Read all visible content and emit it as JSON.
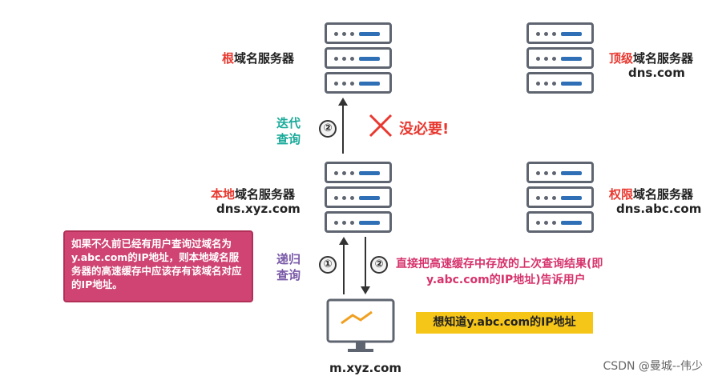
{
  "root_server": {
    "label_highlight": "根",
    "label_rest": "域名服务器"
  },
  "tld_server": {
    "label_highlight": "顶级",
    "label_rest": "域名服务器",
    "domain": "dns.com"
  },
  "local_server": {
    "label_highlight": "本地",
    "label_rest": "域名服务器",
    "domain": "dns.xyz.com"
  },
  "auth_server": {
    "label_highlight": "权限",
    "label_rest": "域名服务器",
    "domain": "dns.abc.com"
  },
  "iterative_query": {
    "line1": "迭代",
    "line2": "查询",
    "step": "②"
  },
  "not_needed": {
    "text": "没必要!"
  },
  "recursive_query": {
    "line1": "递归",
    "line2": "查询",
    "step1": "①",
    "step2": "②"
  },
  "callout": {
    "text": "如果不久前已经有用户查询过域名为y.abc.com的IP地址，则本地域名服务器的高速缓存中应该存有该域名对应的IP地址。"
  },
  "response_note": {
    "line1": "直接把高速缓存中存放的上次查询结果(即",
    "line2": "y.abc.com的IP地址)告诉用户"
  },
  "host": {
    "name": "m.xyz.com",
    "want": "想知道y.abc.com的IP地址"
  },
  "watermark": "CSDN @曼城--伟少",
  "colors": {
    "accent_red": "#e8382f",
    "teal": "#1aaa9a",
    "purple": "#7a5aa8",
    "callout_bg": "#cf4472",
    "magenta": "#d6336c",
    "yellow": "#f5c518"
  }
}
